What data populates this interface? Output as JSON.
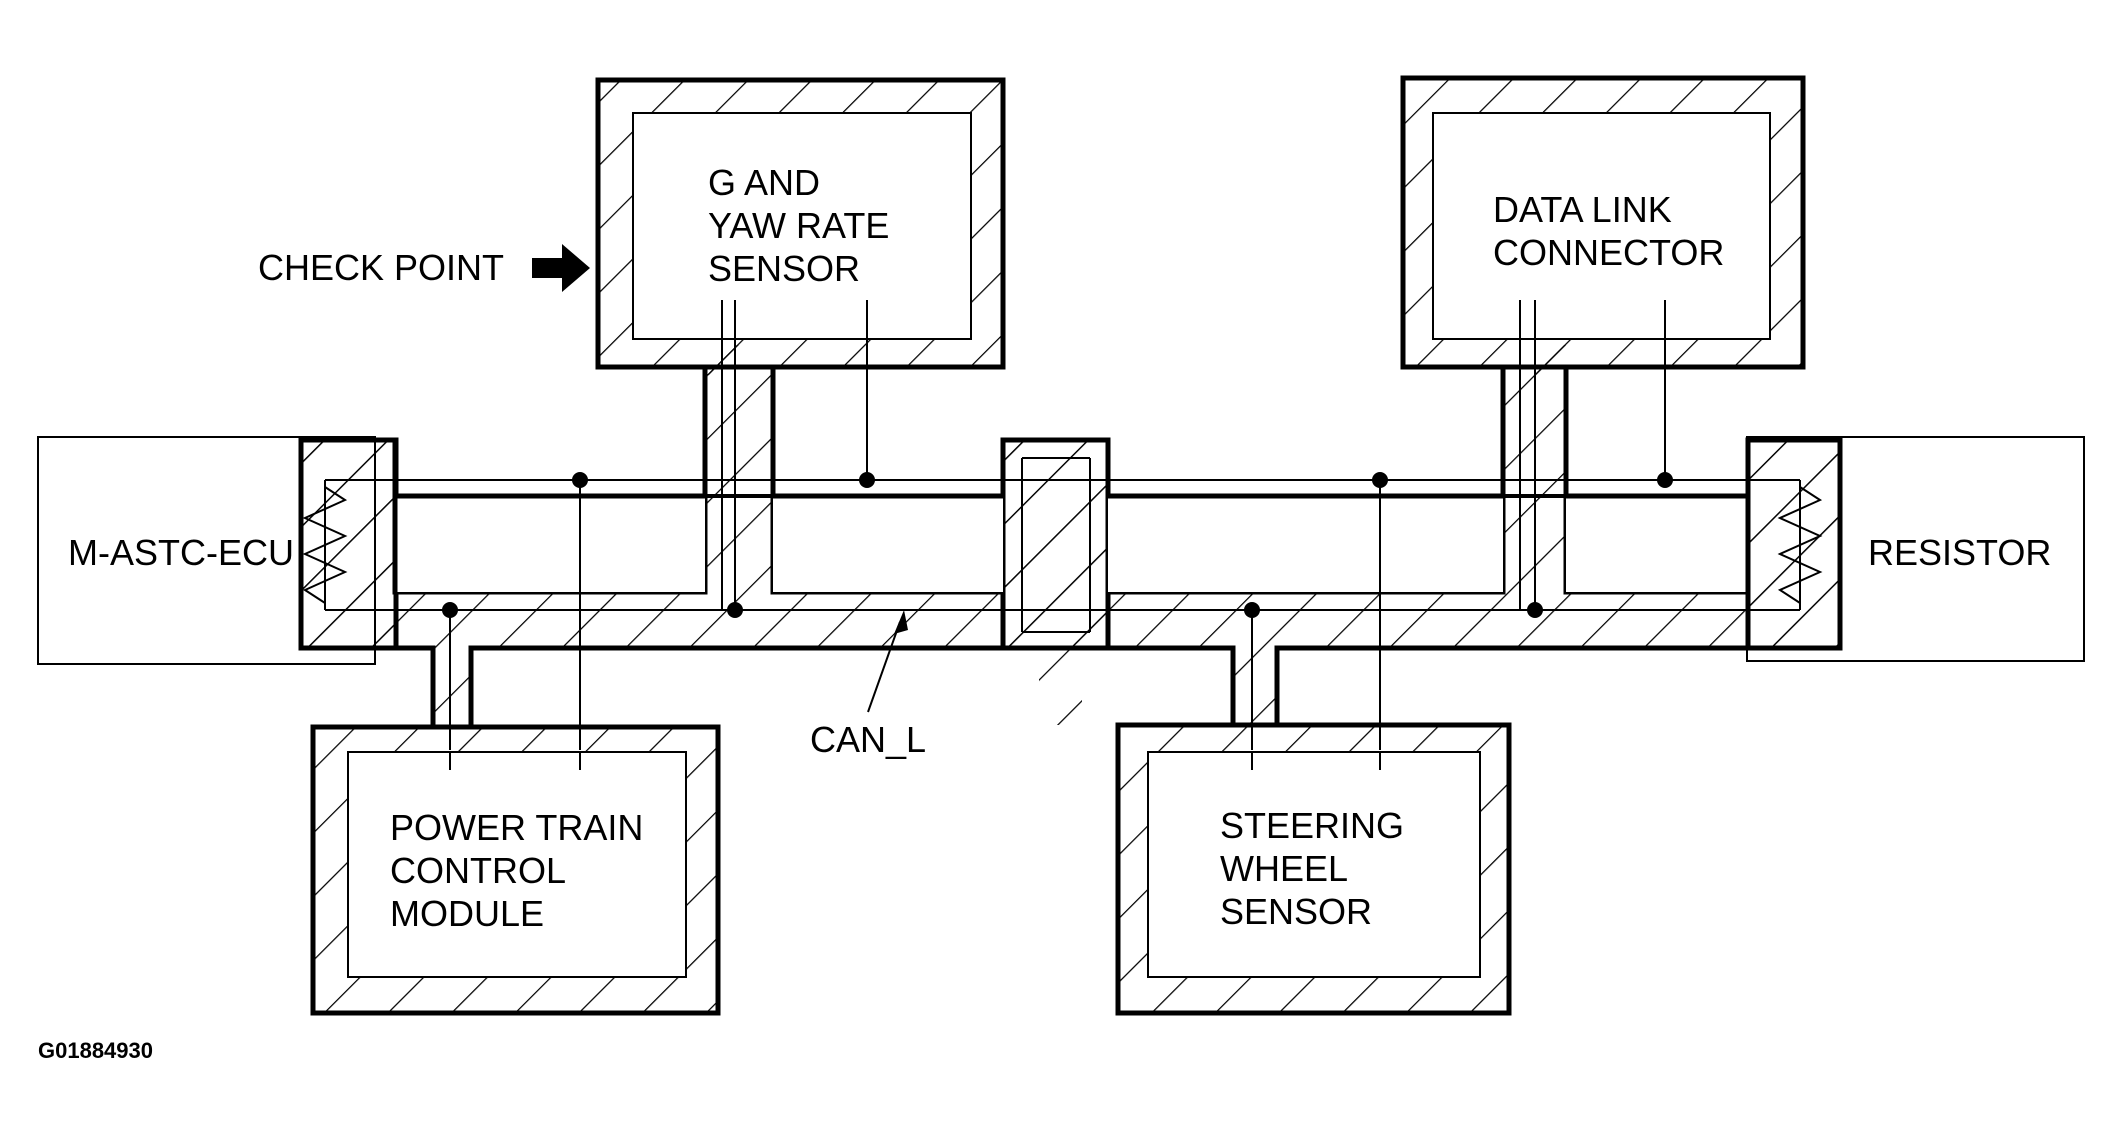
{
  "diagram": {
    "check_point": "CHECK POINT",
    "g_yaw_sensor": [
      "G AND",
      "YAW RATE",
      "SENSOR"
    ],
    "data_link_connector": [
      "DATA LINK",
      "CONNECTOR"
    ],
    "ecu": "M-ASTC-ECU",
    "resistor": "RESISTOR",
    "can_l": "CAN_L",
    "power_train": [
      "POWER TRAIN",
      "CONTROL",
      "MODULE"
    ],
    "steering_sensor": [
      "STEERING",
      "WHEEL",
      "SENSOR"
    ],
    "figure_id": "G01884930"
  },
  "colors": {
    "line": "#000000",
    "background": "#ffffff"
  }
}
